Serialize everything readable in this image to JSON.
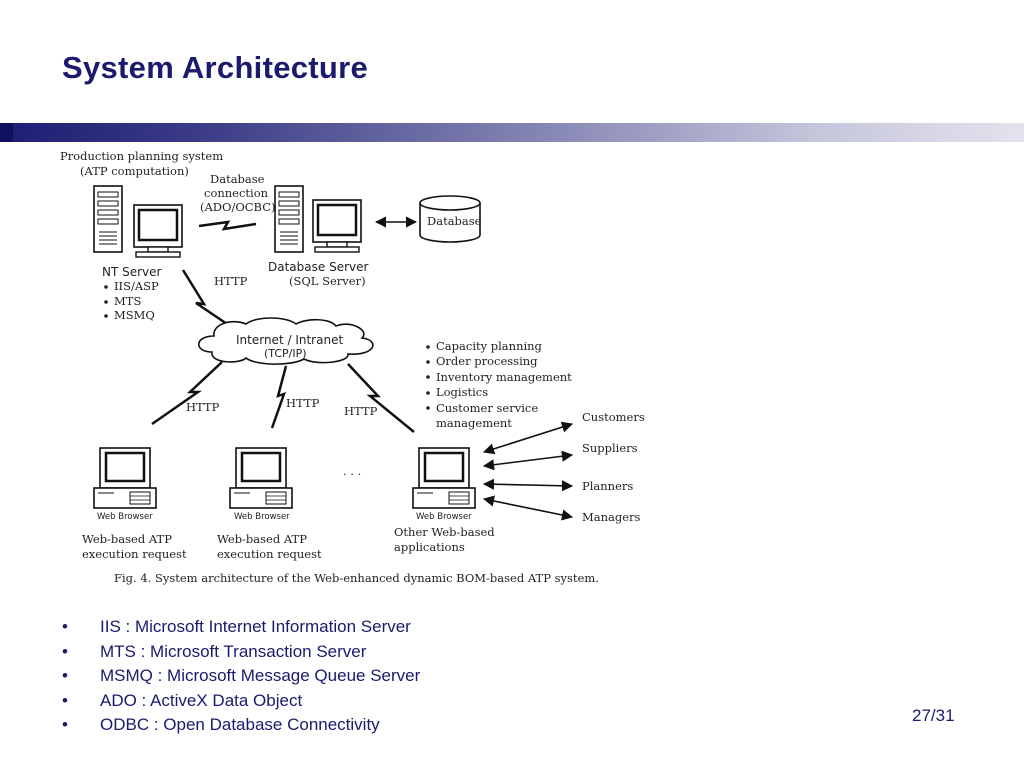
{
  "slide": {
    "title": "System Architecture",
    "page_number": "27/31"
  },
  "diagram": {
    "production_system": [
      "Production planning system",
      "(ATP computation)"
    ],
    "db_connection": [
      "Database",
      "connection",
      "(ADO/OCBC)"
    ],
    "database": "Database",
    "nt_server": "NT Server",
    "nt_server_items": [
      "IIS/ASP",
      "MTS",
      "MSMQ"
    ],
    "db_server": [
      "Database Server",
      "(SQL Server)"
    ],
    "network": [
      "Internet / Intranet",
      "(TCP/IP)"
    ],
    "http": "HTTP",
    "functions": [
      "Capacity planning",
      "Order processing",
      "Inventory management",
      "Logistics",
      "Customer service",
      "management"
    ],
    "roles": [
      "Customers",
      "Suppliers",
      "Planners",
      "Managers"
    ],
    "web_browser": "Web Browser",
    "client_1": [
      "Web-based ATP",
      "execution request"
    ],
    "client_2": [
      "Web-based ATP",
      "execution request"
    ],
    "client_3": [
      "Other Web-based",
      "applications"
    ],
    "ellipsis": ". . .",
    "caption": "Fig. 4.  System architecture of the Web-enhanced dynamic BOM-based ATP system."
  },
  "bullets": [
    "IIS : Microsoft Internet Information Server",
    "MTS : Microsoft Transaction Server",
    "MSMQ : Microsoft Message Queue Server",
    "ADO : ActiveX Data Object",
    "ODBC : Open Database Connectivity"
  ]
}
